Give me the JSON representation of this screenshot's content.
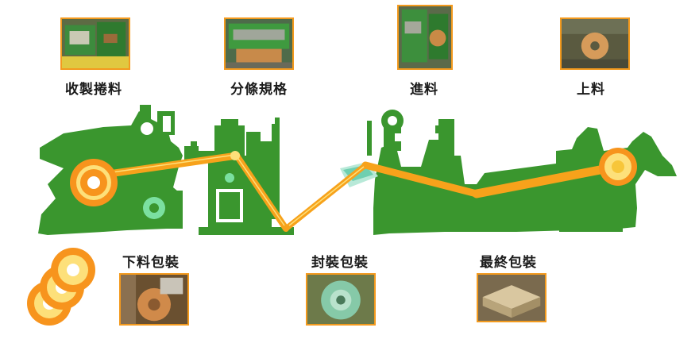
{
  "stages": {
    "rewind_pack": "收製捲料",
    "slitting": "分條規格",
    "feed": "進料",
    "load": "上料",
    "unload_pack": "下料包裝",
    "seal_pack": "封裝包裝",
    "final_pack": "最終包裝"
  },
  "colors": {
    "machine": "#3a962e",
    "strip": "#f7a21b",
    "coil_outer": "#f7941d",
    "coil_inner": "#fde07a",
    "photo_border": "#f39a1e",
    "text": "#1a1a1a"
  }
}
